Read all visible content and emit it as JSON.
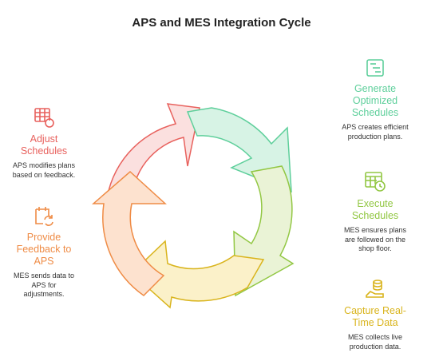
{
  "title": "APS and MES Integration Cycle",
  "colors": {
    "red": "#e8615d",
    "teal": "#5ecf9b",
    "green": "#92c743",
    "yellow": "#d9b41c",
    "orange": "#ef8c46"
  },
  "steps": [
    {
      "icon": "gantt-chart-icon",
      "head": [
        "Generate",
        "Optimized",
        "Schedules"
      ],
      "desc": [
        "APS creates efficient",
        "production plans."
      ]
    },
    {
      "icon": "calendar-clock-icon",
      "head": [
        "Execute",
        "Schedules"
      ],
      "desc": [
        "MES ensures plans",
        "are followed on the",
        "shop floor."
      ]
    },
    {
      "icon": "database-icon",
      "head": [
        "Capture Real-",
        "Time Data"
      ],
      "desc": [
        "MES collects live",
        "production data."
      ]
    },
    {
      "icon": "calendar-refresh-icon",
      "head": [
        "Provide",
        "Feedback to",
        "APS"
      ],
      "desc": [
        "MES sends data to",
        "APS for",
        "adjustments."
      ]
    },
    {
      "icon": "table-refresh-icon",
      "head": [
        "Adjust",
        "Schedules"
      ],
      "desc": [
        "APS modifies plans",
        "based on feedback."
      ]
    }
  ]
}
